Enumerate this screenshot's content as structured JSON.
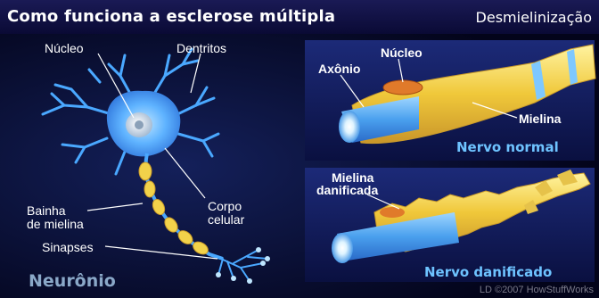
{
  "header": {
    "title": "Como funciona a esclerose múltipla",
    "subtitle": "Desmielinização"
  },
  "neuron": {
    "label_nucleo": "Núcleo",
    "label_dentritos": "Dentritos",
    "label_bainha_1": "Bainha",
    "label_bainha_2": "de mielina",
    "label_corpo_1": "Corpo",
    "label_corpo_2": "celular",
    "label_sinapses": "Sinapses",
    "caption": "Neurônio"
  },
  "normal_nerve": {
    "label_nucleo": "Núcleo",
    "label_axonio": "Axônio",
    "label_mielina": "Mielina",
    "caption": "Nervo normal"
  },
  "damaged_nerve": {
    "label_mielina_1": "Mielina",
    "label_mielina_2": "danificada",
    "caption": "Nervo danificado"
  },
  "credit": "LD ©2007 HowStuffWorks",
  "colors": {
    "neuron_blue": "#4aa8ff",
    "myelin_yellow": "#f2d24a",
    "caption_blue": "#6ec3ff",
    "panel_bg": "#101850"
  }
}
